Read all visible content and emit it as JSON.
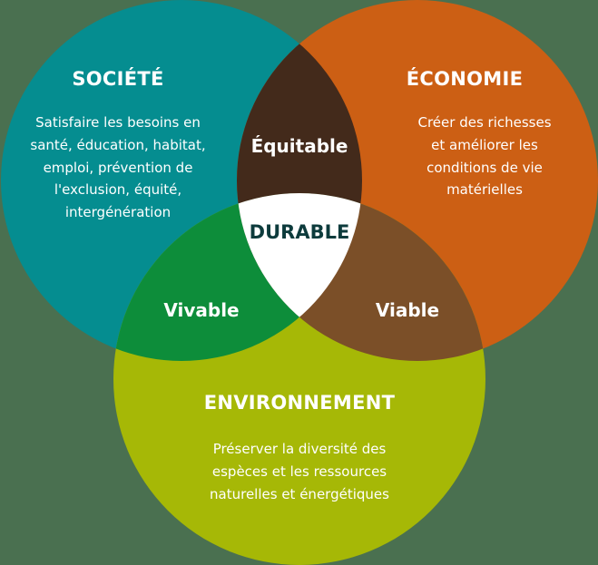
{
  "background_color": "#4a7050",
  "circles": {
    "societe": {
      "title": "SOCIÉTÉ",
      "description": [
        "Satisfaire les besoins en",
        "santé, éducation, habitat,",
        "emploi, prévention de",
        "l'exclusion, équité,",
        "intergénération"
      ],
      "color": "#058d90"
    },
    "economie": {
      "title": "ÉCONOMIE",
      "description": [
        "Créer des richesses",
        "et améliorer les",
        "conditions de vie",
        "matérielles"
      ],
      "color": "#cc5f14"
    },
    "environnement": {
      "title": "ENVIRONNEMENT",
      "description": [
        "Préserver la diversité des",
        "espèces et les ressources",
        "naturelles et énergétiques"
      ],
      "color": "#a6b806"
    }
  },
  "intersections": {
    "equitable": {
      "label": "Équitable",
      "color": "#432a1b"
    },
    "vivable": {
      "label": "Vivable",
      "color": "#0d8d3a"
    },
    "viable": {
      "label": "Viable",
      "color": "#7b4f28"
    },
    "durable": {
      "label": "DURABLE",
      "color": "#ffffff"
    }
  }
}
